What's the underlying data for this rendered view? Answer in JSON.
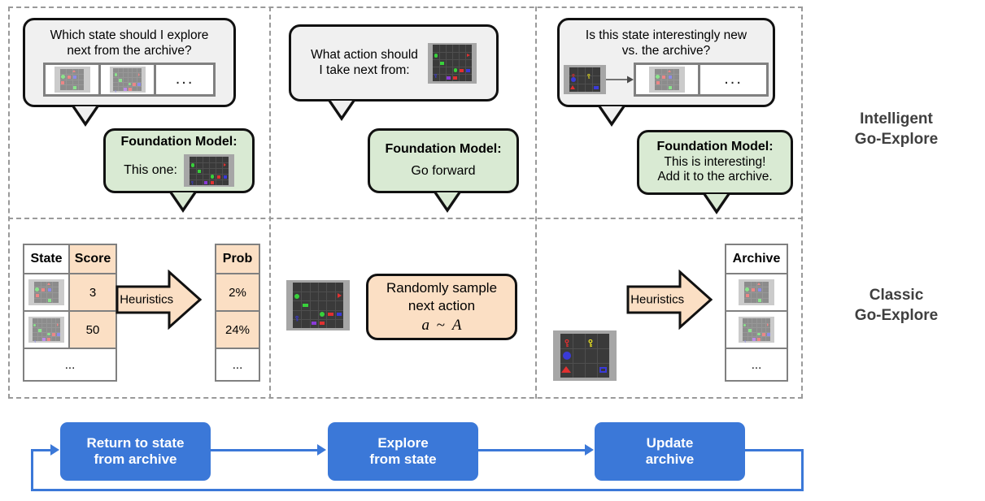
{
  "figure": {
    "row_labels": [
      {
        "line1": "Intelligent",
        "line2": "Go-Explore"
      },
      {
        "line1": "Classic",
        "line2": "Go-Explore"
      }
    ]
  },
  "intelligent_row": {
    "columns": [
      {
        "question": {
          "line1": "Which state should I explore",
          "line2": "next from the archive?",
          "archive_ellipsis": "..."
        },
        "answer": {
          "title": "Foundation Model:",
          "text": "This one:"
        }
      },
      {
        "question": {
          "line1": "What action should",
          "line2": "I take next from:"
        },
        "answer": {
          "title": "Foundation Model:",
          "text": "Go forward"
        }
      },
      {
        "question": {
          "line1": "Is this state interestingly new",
          "line2": "vs. the archive?",
          "archive_ellipsis": "..."
        },
        "answer": {
          "title": "Foundation Model:",
          "line1": "This is interesting!",
          "line2": "Add it to the archive."
        }
      }
    ]
  },
  "classic_row": {
    "archive_table": {
      "headers": [
        "State",
        "Score"
      ],
      "rows": [
        {
          "state": "grid-thumbnail",
          "score": "3"
        },
        {
          "state": "grid-thumbnail",
          "score": "50"
        }
      ],
      "ellipsis": "..."
    },
    "heuristics_arrow_1": {
      "label": "Heuristics"
    },
    "prob_table": {
      "header": "Prob",
      "values": [
        "2%",
        "24%"
      ],
      "ellipsis": "..."
    },
    "sample_box": {
      "line1": "Randomly sample",
      "line2": "next action",
      "math_a": "a",
      "math_sim": "~",
      "math_set": "A"
    },
    "heuristics_arrow_2": {
      "label": "Heuristics"
    },
    "archive_list": {
      "header": "Archive",
      "ellipsis": "..."
    }
  },
  "flow": {
    "steps": [
      {
        "line1": "Return to state",
        "line2": "from archive"
      },
      {
        "line1": "Explore",
        "line2": "from state"
      },
      {
        "line1": "Update",
        "line2": "archive"
      }
    ]
  },
  "colors": {
    "bubble_question": "#f0f0f0",
    "bubble_answer": "#d9ead3",
    "peach": "#fbdfc4",
    "flow_blue": "#3b78d8",
    "dashed_gray": "#9a9a9a",
    "table_border": "#808080"
  }
}
